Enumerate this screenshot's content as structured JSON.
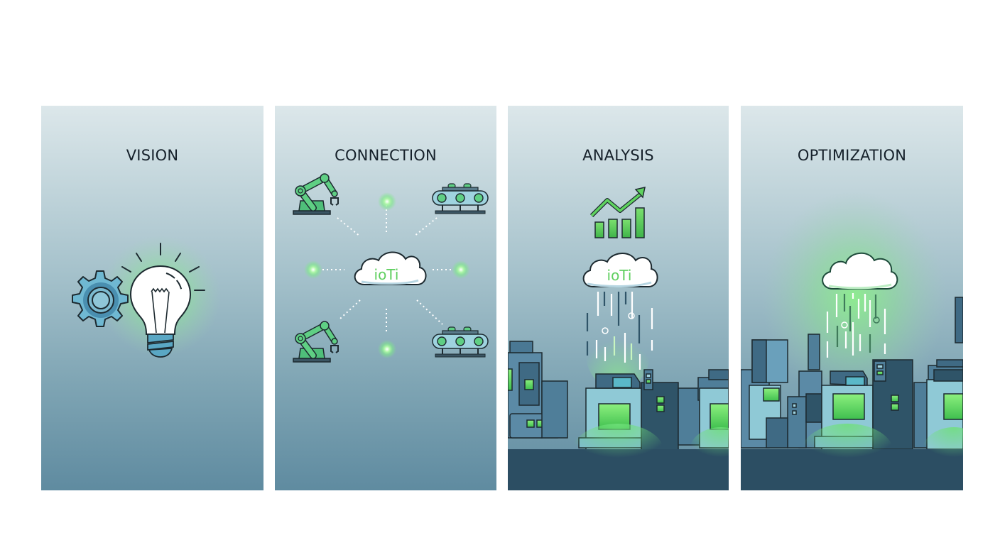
{
  "stages": [
    {
      "title": "VISION",
      "icons": [
        "gear-icon",
        "lightbulb-icon"
      ]
    },
    {
      "title": "CONNECTION",
      "hub_label": "ioTi",
      "icons": [
        "robot-arm-icon",
        "conveyor-icon",
        "cloud-icon",
        "node-dot-icon"
      ]
    },
    {
      "title": "ANALYSIS",
      "hub_label": "ioTi",
      "icons": [
        "bar-chart-trend-icon",
        "cloud-icon",
        "data-stream-icon",
        "factory-icon"
      ]
    },
    {
      "title": "OPTIMIZATION",
      "icons": [
        "glowing-cloud-icon",
        "data-stream-icon",
        "factory-icon"
      ]
    }
  ],
  "colors": {
    "accent_green": "#5fd35f",
    "text_dark": "#15202a",
    "panel_top": "#dce7ea",
    "panel_bottom": "#5f8ba0",
    "machine_blue": "#4f8aa6",
    "ground": "#2c4e63"
  }
}
